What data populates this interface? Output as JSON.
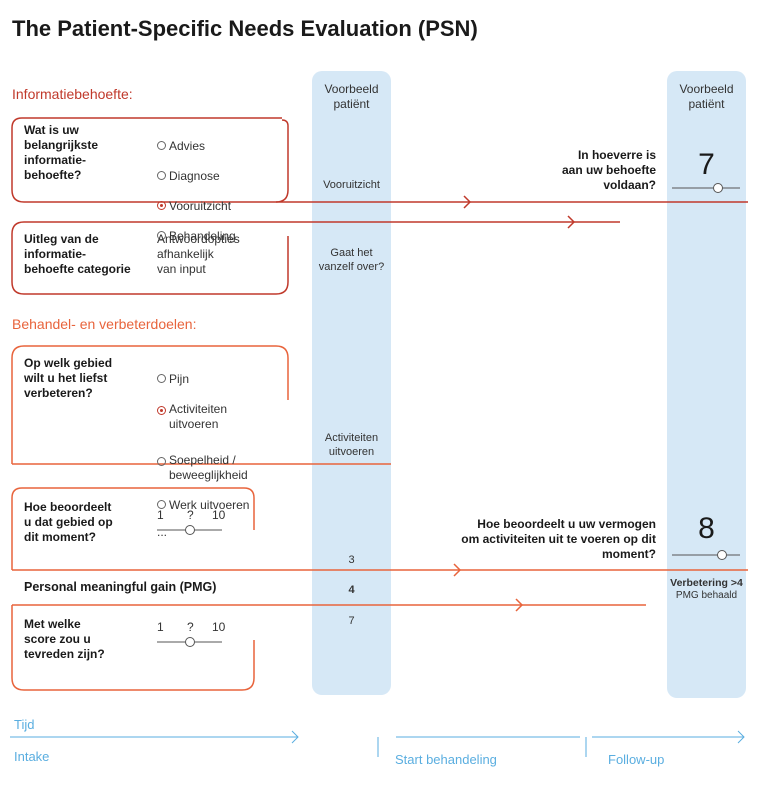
{
  "title": "The Patient-Specific Needs Evaluation (PSN)",
  "colors": {
    "red": "#c0392b",
    "orange": "#e8643c",
    "blue_col": "#d6e8f6",
    "timeline": "#5aaee0"
  },
  "example_column": {
    "header_left": "Voorbeeld\npatiënt",
    "header_right": "Voorbeeld\npatiënt"
  },
  "sections": {
    "info": "Informatiebehoefte:",
    "goals": "Behandel- en verbeterdoelen:"
  },
  "info_q1": {
    "question": "Wat is uw\nbelangrijkste\ninformatie-\nbehoefte?",
    "options": [
      {
        "label": "Advies",
        "selected": false
      },
      {
        "label": "Diagnose",
        "selected": false
      },
      {
        "label": "Vooruitzicht",
        "selected": true
      },
      {
        "label": "Behandeling",
        "selected": false
      }
    ],
    "example": "Vooruitzicht"
  },
  "info_q2": {
    "question": "Uitleg van de\ninformatie-\nbehoefte categorie",
    "answer": "Antwoordopties\nafhankelijk\nvan input",
    "example": "Gaat het\nvanzelf over?"
  },
  "followup_info": {
    "question": "In hoeverre is\naan uw behoefte\nvoldaan?",
    "value": "7"
  },
  "goal_q1": {
    "question": "Op welk gebied\nwilt u het liefst\nverbeteren?",
    "options": [
      {
        "label": "Pijn",
        "selected": false
      },
      {
        "label": "Activiteiten\nuitvoeren",
        "selected": true
      },
      {
        "label": "Soepelheid /\nbeweeglijkheid",
        "selected": false
      },
      {
        "label": "Werk uitvoeren",
        "selected": false
      }
    ],
    "more": "...",
    "example": "Activiteiten\nuitvoeren"
  },
  "goal_q2": {
    "question": "Hoe beoordeelt\nu dat gebied op\ndit moment?",
    "scale": {
      "min": "1",
      "mid": "?",
      "max": "10"
    },
    "example": "3"
  },
  "pmg": {
    "label": "Personal meaningful gain (PMG)",
    "example": "4"
  },
  "goal_q3": {
    "question": "Met welke\nscore zou u\ntevreden zijn?",
    "scale": {
      "min": "1",
      "mid": "?",
      "max": "10"
    },
    "example": "7"
  },
  "followup_goal": {
    "question": "Hoe beoordeelt u uw vermogen\nom activiteiten uit te voeren op dit\nmoment?",
    "value": "8",
    "result_bold": "Verbetering >4",
    "result": "PMG behaald"
  },
  "timeline": {
    "axis": "Tijd",
    "intake": "Intake",
    "start": "Start behandeling",
    "followup": "Follow-up"
  }
}
